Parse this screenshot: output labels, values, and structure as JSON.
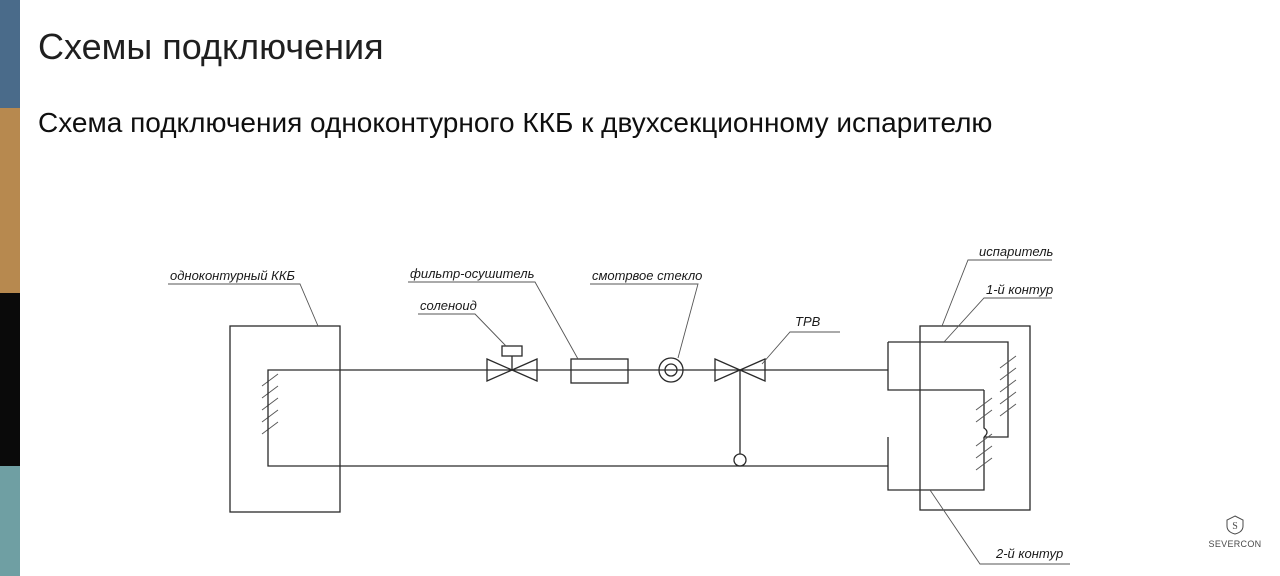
{
  "slide": {
    "title": "Схемы подключения",
    "subtitle": "Схема подключения одноконтурного ККБ к двухсекционному испарителю"
  },
  "sidebar": {
    "stripes": [
      {
        "color": "#4a6b8a"
      },
      {
        "color": "#b7894f"
      },
      {
        "color": "#0a0a0a"
      },
      {
        "color": "#6f9fa3"
      }
    ]
  },
  "diagram": {
    "labels": {
      "kkb": "одноконтурный ККБ",
      "filter": "фильтр-осушитель",
      "sightglass": "смотрвое стекло",
      "solenoid": "соленоид",
      "trv": "ТРВ",
      "evaporator": "испаритель",
      "circuit1": "1-й контур",
      "circuit2": "2-й контур"
    }
  },
  "logo": {
    "text": "SEVERCON",
    "icon": "severcon-emblem-icon"
  }
}
